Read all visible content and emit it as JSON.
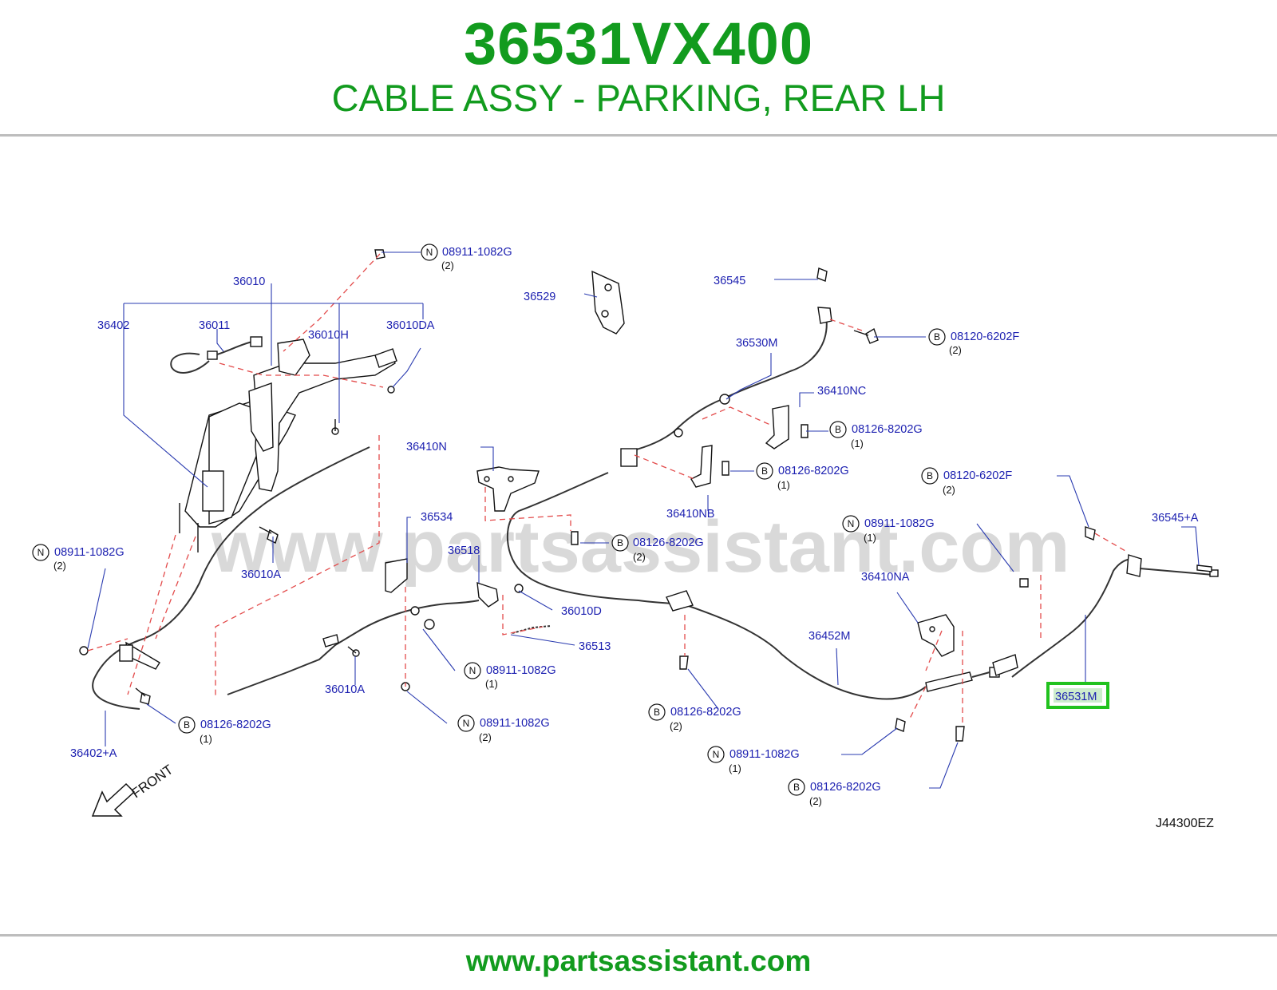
{
  "header": {
    "part_number": "36531VX400",
    "part_name": "CABLE ASSY - PARKING, REAR LH"
  },
  "footer": {
    "url": "www.partsassistant.com"
  },
  "diagram": {
    "watermark": "www.partsassistant.com",
    "figure_code": "J44300EZ",
    "front_label": "FRONT",
    "highlight_label": "36531M",
    "highlight_color": "#21c21e",
    "labels": {
      "l36010": "36010",
      "l36402": "36402",
      "l36011": "36011",
      "l36010H": "36010H",
      "l36010DA": "36010DA",
      "l36529": "36529",
      "l36545": "36545",
      "l36530M": "36530M",
      "l36410NC": "36410NC",
      "l36410N": "36410N",
      "l36410NB": "36410NB",
      "l36534": "36534",
      "l36518": "36518",
      "l36010A_1": "36010A",
      "l36010A_2": "36010A",
      "l36010D": "36010D",
      "l36513": "36513",
      "l36452M": "36452M",
      "l36410NA": "36410NA",
      "l36545A": "36545+A",
      "l36402A": "36402+A"
    },
    "callouts": [
      {
        "letter": "N",
        "part": "08911-1082G",
        "qty": "(2)"
      },
      {
        "letter": "B",
        "part": "08120-6202F",
        "qty": "(2)"
      },
      {
        "letter": "B",
        "part": "08126-8202G",
        "qty": "(1)"
      },
      {
        "letter": "B",
        "part": "08126-8202G",
        "qty": "(1)"
      },
      {
        "letter": "B",
        "part": "08120-6202F",
        "qty": "(2)"
      },
      {
        "letter": "N",
        "part": "08911-1082G",
        "qty": "(1)"
      },
      {
        "letter": "B",
        "part": "08126-8202G",
        "qty": "(2)"
      },
      {
        "letter": "N",
        "part": "08911-1082G",
        "qty": "(2)"
      },
      {
        "letter": "N",
        "part": "08911-1082G",
        "qty": "(1)"
      },
      {
        "letter": "B",
        "part": "08126-8202G",
        "qty": "(1)"
      },
      {
        "letter": "N",
        "part": "08911-1082G",
        "qty": "(2)"
      },
      {
        "letter": "B",
        "part": "08126-8202G",
        "qty": "(2)"
      },
      {
        "letter": "N",
        "part": "08911-1082G",
        "qty": "(1)"
      },
      {
        "letter": "B",
        "part": "08126-8202G",
        "qty": "(2)"
      }
    ]
  }
}
